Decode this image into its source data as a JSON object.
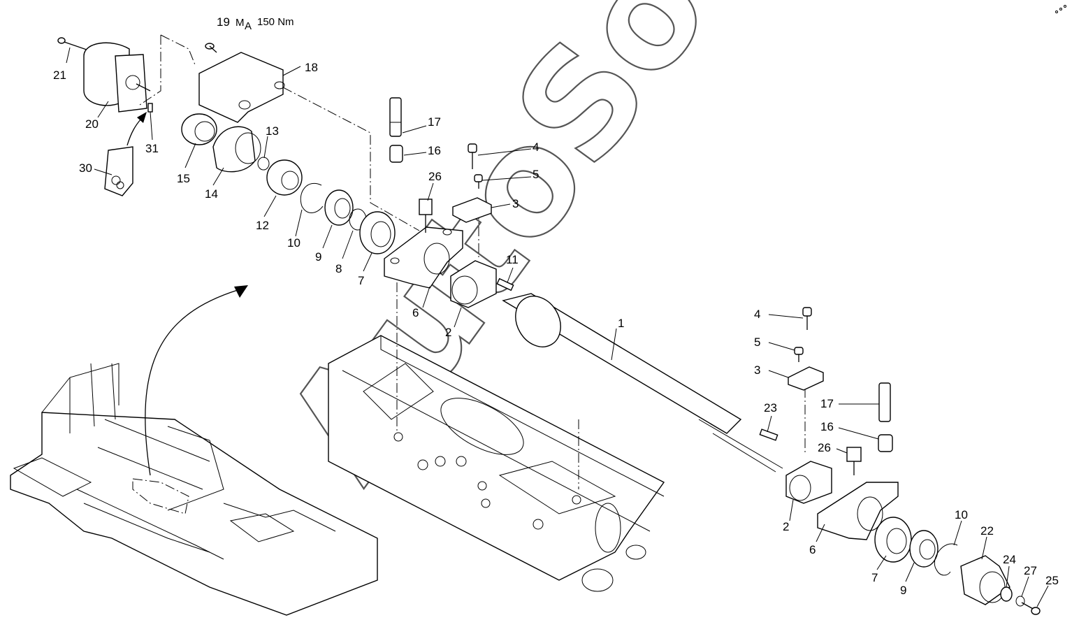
{
  "watermark": "AutoSoft",
  "torque_note": {
    "label": "19",
    "symbol": "M",
    "subscript": "A",
    "value": "150 Nm"
  },
  "callouts": {
    "c21": "21",
    "c20": "20",
    "c31": "31",
    "c30": "30",
    "c18": "18",
    "c15": "15",
    "c14": "14",
    "c13": "13",
    "c12": "12",
    "c10a": "10",
    "c9a": "9",
    "c8": "8",
    "c7a": "7",
    "c17a": "17",
    "c16a": "16",
    "c26a": "26",
    "c4a": "4",
    "c5a": "5",
    "c3a": "3",
    "c11": "11",
    "c6a": "6",
    "c2a": "2",
    "c1": "1",
    "c4b": "4",
    "c5b": "5",
    "c3b": "3",
    "c17b": "17",
    "c16b": "16",
    "c26b": "26",
    "c23": "23",
    "c2b": "2",
    "c6b": "6",
    "c7b": "7",
    "c9b": "9",
    "c10b": "10",
    "c22": "22",
    "c24": "24",
    "c27": "27",
    "c25": "25"
  },
  "icons": {
    "corner": "nav-arrows-icon",
    "arrow": "curved-arrow-icon"
  }
}
